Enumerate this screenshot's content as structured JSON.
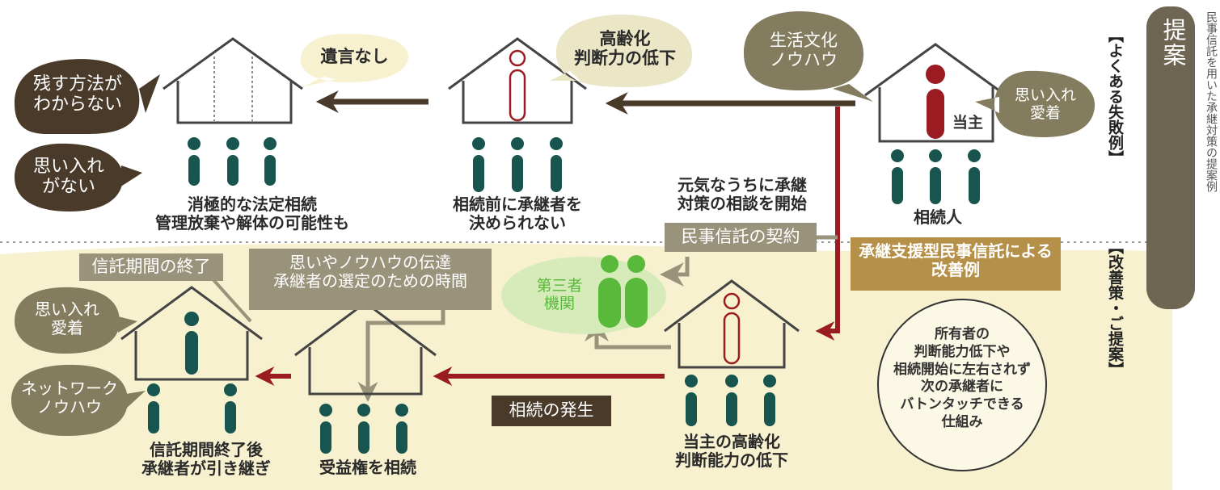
{
  "colors": {
    "teal": "#17554e",
    "red": "#9a1c22",
    "brown": "#4a3a2a",
    "khaki": "#847c5e",
    "cream": "#f7f1cf",
    "gold": "#b59048",
    "green": "#58b93a",
    "light_green": "#d6ebb9"
  },
  "title": {
    "main": "承継支援型民事信託のご提案",
    "side_note": "民事信託を用いた承継対策の提案例",
    "failure_label": "【よくある失敗例】",
    "improve_label": "【改善策・ご提案】"
  },
  "top": {
    "bubble_no_way": "残す方法が\nわからない",
    "bubble_no_feel": "思い入れ\nがない",
    "bubble_no_will": "遺言なし",
    "bubble_aging": "高齢化\n判断力の低下",
    "bubble_culture": "生活文化\nノウハウ",
    "bubble_feel": "思い入れ\n愛着",
    "caption_left": "消極的な法定相続\n管理放棄や解体の可能性も",
    "caption_mid": "相続前に承継者を\n決められない",
    "caption_right": "相続人",
    "house_head_label": "当主"
  },
  "bottom": {
    "start_consult": "元気なうちに承継\n対策の相談を開始",
    "contract": "民事信託の契約",
    "improve_box": "承継支援型民事信託による\n改善例",
    "third_party": "第三者\n機関",
    "trust_end": "信託期間の終了",
    "transmission": "思いやノウハウの伝達\n承継者の選定のための時間",
    "inheritance": "相続の発生",
    "bubble_feel": "思い入れ\n愛着",
    "bubble_network": "ネットワーク\nノウハウ",
    "caption_left": "信託期間終了後\n承継者が引き継ぎ",
    "caption_mid": "受益権を相続",
    "caption_right": "当主の高齢化\n判断能力の低下",
    "circle_text": "所有者の\n判断能力低下や\n相続開始に左右されず\n次の承継者に\nバトンタッチできる\n仕組み"
  }
}
